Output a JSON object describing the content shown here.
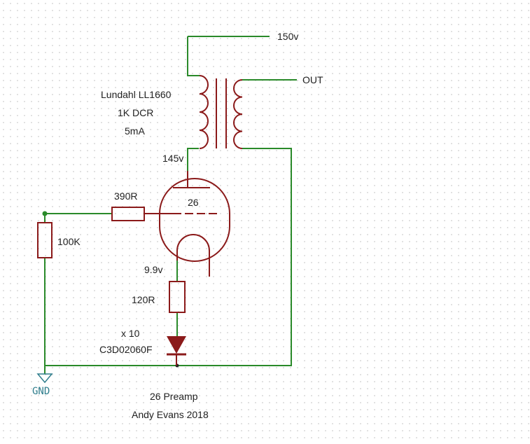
{
  "colors": {
    "wire": "#2a8a2a",
    "component": "#8b1a1a",
    "diode_fill": "#8b1a1a",
    "text": "#222222",
    "gnd_text": "#2e7d8c"
  },
  "labels": {
    "supply": "150v",
    "output": "OUT",
    "transformer_name": "Lundahl LL1660",
    "transformer_dcr": "1K DCR",
    "transformer_current": "5mA",
    "plate_voltage": "145v",
    "grid_resistor": "390R",
    "tube": "26",
    "grid_leak": "100K",
    "cathode_voltage": "9.9v",
    "cathode_resistor": "120R",
    "diode_count": "x 10",
    "diode_part": "C3D02060F",
    "ground": "GND",
    "title": "26 Preamp",
    "author": "Andy Evans 2018"
  }
}
